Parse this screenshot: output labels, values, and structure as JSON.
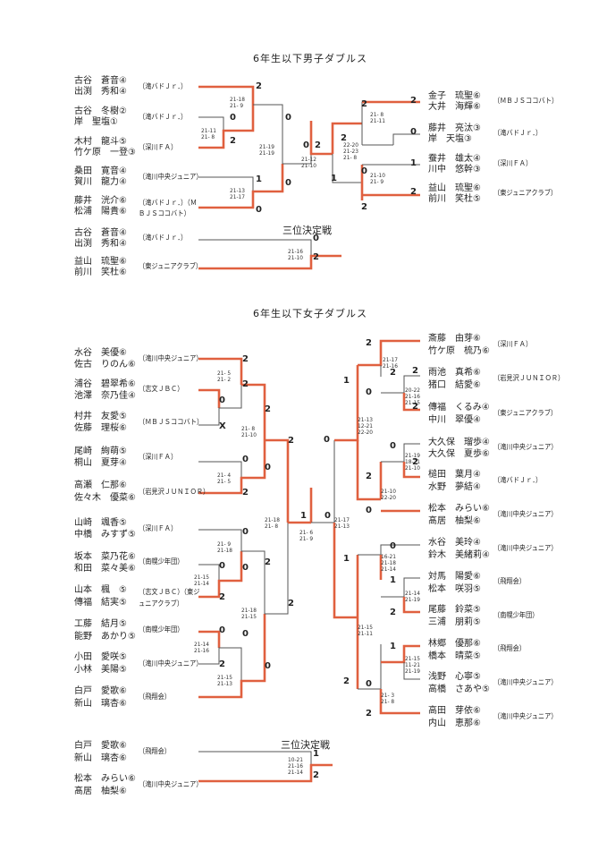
{
  "boys": {
    "title": "6年生以下男子ダブルス",
    "third_place_label": "三位決定戦",
    "teams": [
      {
        "names": [
          "古谷　蒼音④",
          "出渕　秀和④"
        ],
        "club": "（滝バドＪｒ．）"
      },
      {
        "names": [
          "古谷　冬樹②",
          "岸　聖塩①"
        ],
        "club": "（滝バドＪｒ．）"
      },
      {
        "names": [
          "木村　龍斗⑤",
          "竹ケ原　一登③"
        ],
        "club": "（深川ＦＡ）"
      },
      {
        "names": [
          "桑田　寛音④",
          "賀川　龍力④"
        ],
        "club": "（滝川中央ジュニア）"
      },
      {
        "names": [
          "藤井　洸介⑥",
          "松浦　陽貴⑥"
        ],
        "club": "（滝バドＪｒ．）（ＭＢＪＳココバト）"
      },
      {
        "names": [
          "金子　琉聖⑥",
          "大井　海輝⑥"
        ],
        "club": "（ＭＢＪＳココバト）"
      },
      {
        "names": [
          "藤井　亮汰③",
          "岸　天塩③"
        ],
        "club": "（滝バドＪｒ．）"
      },
      {
        "names": [
          "蚕井　雄太④",
          "川中　悠幹③"
        ],
        "club": "（深川ＦＡ）"
      },
      {
        "names": [
          "益山　琉聖⑥",
          "前川　笑杜⑤"
        ],
        "club": "（東ジュニアクラブ）"
      }
    ],
    "third_place_teams": [
      {
        "names": [
          "古谷　蒼音④",
          "出渕　秀和④"
        ],
        "club": "（滝バドＪｒ．）"
      },
      {
        "names": [
          "益山　琉聖⑥",
          "前川　笑杜⑥"
        ],
        "club": "（東ジュニアクラブ）"
      }
    ],
    "scores": [
      "21-18\n21- 9",
      "21-11\n21- 8",
      "21-19\n21-19",
      "21-13\n21-17",
      "21-12\n21-10",
      "21- 8\n21-11",
      "22-20\n21-23\n21- 8",
      "21-10\n21- 9",
      "21-16\n21-10"
    ],
    "results": [
      "2",
      "0",
      "2",
      "0",
      "1",
      "0",
      "0",
      "2",
      "2",
      "0",
      "2",
      "2",
      "0",
      "1",
      "2",
      "1",
      "0",
      "2",
      "0",
      "2"
    ]
  },
  "girls": {
    "title": "6年生以下女子ダブルス",
    "third_place_label": "三位決定戦",
    "teams": [
      {
        "names": [
          "水谷　美優⑥",
          "佐古　りのん⑥"
        ],
        "club": "（滝川中央ジュニア）"
      },
      {
        "names": [
          "浦谷　碧翠希⑥",
          "池澤　奈乃佳④"
        ],
        "club": "（志文ＪＢＣ）"
      },
      {
        "names": [
          "村井　友愛⑤",
          "佐藤　理桜⑥"
        ],
        "club": "（ＭＢＪＳココバト）"
      },
      {
        "names": [
          "尾崎　絢萌⑤",
          "桐山　夏芽④"
        ],
        "club": "（深川ＦＡ）"
      },
      {
        "names": [
          "高瀬　仁那⑥",
          "佐々木　優菜⑥"
        ],
        "club": "（岩見沢ＪＵＮＩＯＲ）"
      },
      {
        "names": [
          "山崎　颯香⑤",
          "中橋　みすず⑤"
        ],
        "club": "（深川ＦＡ）"
      },
      {
        "names": [
          "坂本　菜乃花⑥",
          "和田　菜々美⑥"
        ],
        "club": "（南幌少年団）"
      },
      {
        "names": [
          "山本　楓　⑤",
          "傳福　結実⑤"
        ],
        "club": "（志文ＪＢＣ）（東ジュニアクラブ）"
      },
      {
        "names": [
          "工藤　結月⑤",
          "能野　あかり⑤"
        ],
        "club": "（南幌少年団）"
      },
      {
        "names": [
          "小田　愛咲⑤",
          "小林　美陽⑤"
        ],
        "club": "（滝川中央ジュニア）"
      },
      {
        "names": [
          "白戸　愛歌⑥",
          "新山　璃杏⑥"
        ],
        "club": "（飛翔会）"
      },
      {
        "names": [
          "斎藤　由芽⑥",
          "竹ケ原　梳乃⑥"
        ],
        "club": "（深川ＦＡ）"
      },
      {
        "names": [
          "雨池　真希⑥",
          "猪口　結愛⑥"
        ],
        "club": "（岩見沢ＪＵＮＩＯＲ）"
      },
      {
        "names": [
          "傳福　くるみ④",
          "中川　翠優④"
        ],
        "club": "（東ジュニアクラブ）"
      },
      {
        "names": [
          "大久保　瑠歩④",
          "大久保　夏歩⑥"
        ],
        "club": "（滝川中央ジュニア）"
      },
      {
        "names": [
          "槌田　葉月④",
          "水野　夢結④"
        ],
        "club": "（滝バドＪｒ．）"
      },
      {
        "names": [
          "松本　みらい⑥",
          "髙居　柚梨⑥"
        ],
        "club": "（滝川中央ジュニア）"
      },
      {
        "names": [
          "水谷　美玲④",
          "鈴木　美緒莉④"
        ],
        "club": "（滝川中央ジュニア）"
      },
      {
        "names": [
          "対馬　陽愛⑥",
          "松本　咲羽⑤"
        ],
        "club": "（飛翔会）"
      },
      {
        "names": [
          "尾藤　鈴菜⑤",
          "三浦　朋莉⑤"
        ],
        "club": "（南幌少年団）"
      },
      {
        "names": [
          "林郷　優那⑥",
          "橋本　晴菜⑤"
        ],
        "club": "（飛翔会）"
      },
      {
        "names": [
          "浅野　心寧⑤",
          "高橋　さあや⑤"
        ],
        "club": "（滝川中央ジュニア）"
      },
      {
        "names": [
          "高田　芽依⑥",
          "内山　恵那⑥"
        ],
        "club": "（滝川中央ジュニア）"
      }
    ],
    "third_place_teams": [
      {
        "names": [
          "白戸　愛歌⑥",
          "新山　璃杏⑥"
        ],
        "club": "（飛翔会）"
      },
      {
        "names": [
          "松本　みらい⑥",
          "髙居　柚梨⑥"
        ],
        "club": "（滝川中央ジュニア）"
      }
    ],
    "scores": [
      "21- 5\n21- 2",
      "21- 8\n21-10",
      "21- 4\n21- 5",
      "21- 9\n21-18",
      "21-15\n21-14",
      "21-18\n21-15",
      "21-14\n21-16",
      "21-15\n21-13",
      "21-18\n21- 8",
      "21- 6\n21- 9",
      "21-17\n21-16",
      "20-22\n21-16\n21-15",
      "21-13\n12-21\n22-20",
      "21-19\n18-21\n21-10",
      "21-10\n22-20",
      "21-17\n21-13",
      "16-21\n21-18\n21-14",
      "21-14\n21-19",
      "21-15\n21-11",
      "21-15\n11-21\n21-19",
      "21- 3\n21- 8",
      "10-21\n21-16\n21-14"
    ],
    "results": [
      "2",
      "2",
      "0",
      "X",
      "2",
      "0",
      "2",
      "0",
      "2",
      "0",
      "0",
      "2",
      "0",
      "2",
      "0",
      "2",
      "0",
      "0",
      "2",
      "1",
      "0",
      "2",
      "1",
      "2",
      "2",
      "0",
      "2",
      "0",
      "0",
      "2",
      "2",
      "1",
      "0",
      "0",
      "1",
      "2",
      "2",
      "1",
      "0",
      "2",
      "1",
      "2"
    ]
  },
  "accent_color": "#e0603f",
  "line_color": "#555555"
}
